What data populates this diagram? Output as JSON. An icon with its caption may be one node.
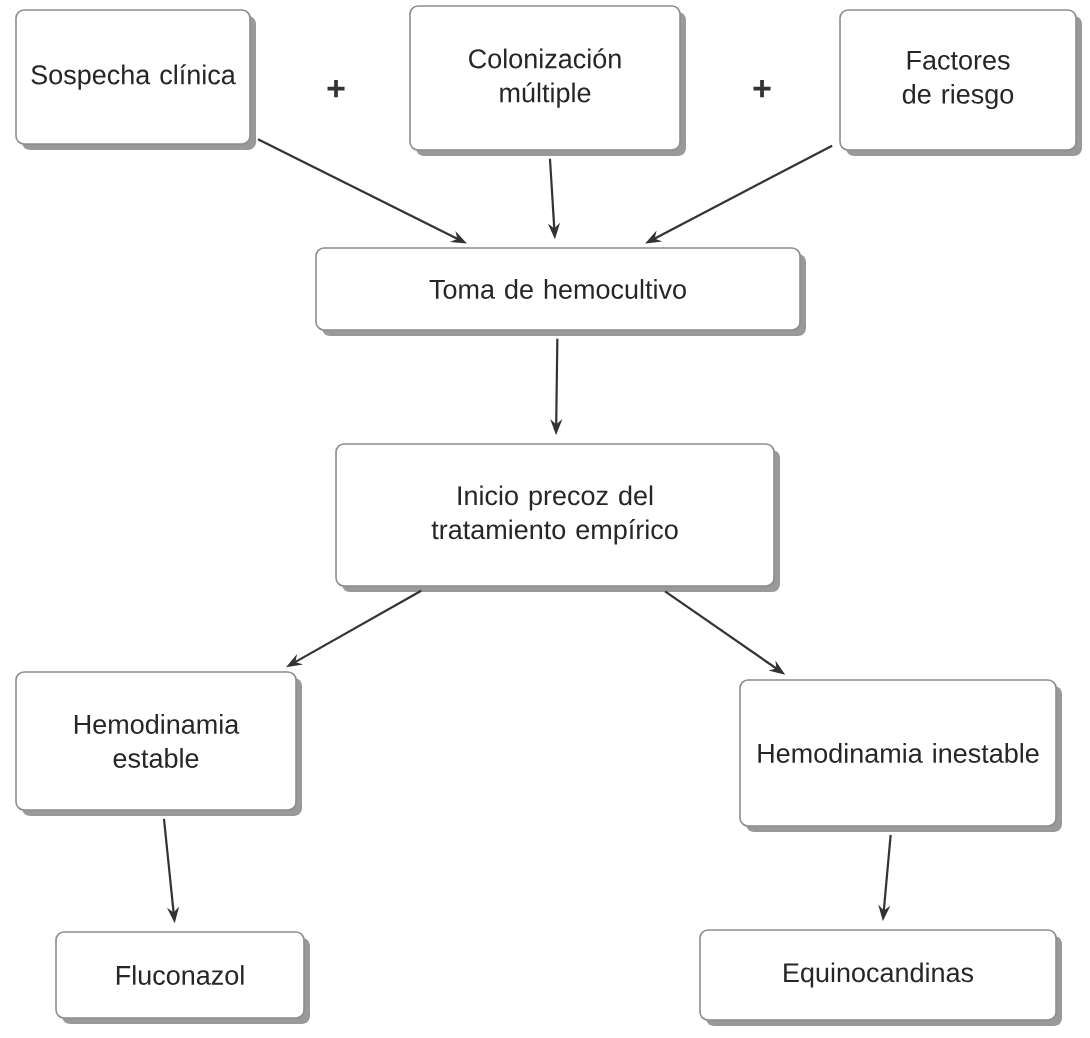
{
  "diagram": {
    "nodes": [
      {
        "text": [
          "Sospecha clínica"
        ]
      },
      {
        "text": [
          "Colonización múltiple"
        ]
      },
      {
        "text": [
          "Factores de riesgo"
        ]
      },
      {
        "text": [
          "Toma de hemocultivo"
        ]
      },
      {
        "text": [
          "Inicio precoz del tratamiento empírico"
        ]
      },
      {
        "text": [
          "Hemodinamia estable"
        ]
      },
      {
        "text": [
          "Hemodinamia inestable"
        ]
      },
      {
        "text": [
          "Fluconazol"
        ]
      },
      {
        "text": [
          "Equinocandinas"
        ]
      }
    ],
    "edges": [
      {
        "from": 0,
        "to": 3,
        "arrow": "to"
      },
      {
        "from": 1,
        "to": 3,
        "arrow": "to"
      },
      {
        "from": 2,
        "to": 3,
        "arrow": "to"
      },
      {
        "from": 3,
        "to": 4,
        "arrow": "to"
      },
      {
        "from": 4,
        "to": 5,
        "arrow": "to"
      },
      {
        "from": 4,
        "to": 6,
        "arrow": "to"
      },
      {
        "from": 5,
        "to": 7,
        "arrow": "to"
      },
      {
        "from": 6,
        "to": 8,
        "arrow": "to"
      }
    ],
    "labels": [
      "+",
      "+"
    ]
  }
}
